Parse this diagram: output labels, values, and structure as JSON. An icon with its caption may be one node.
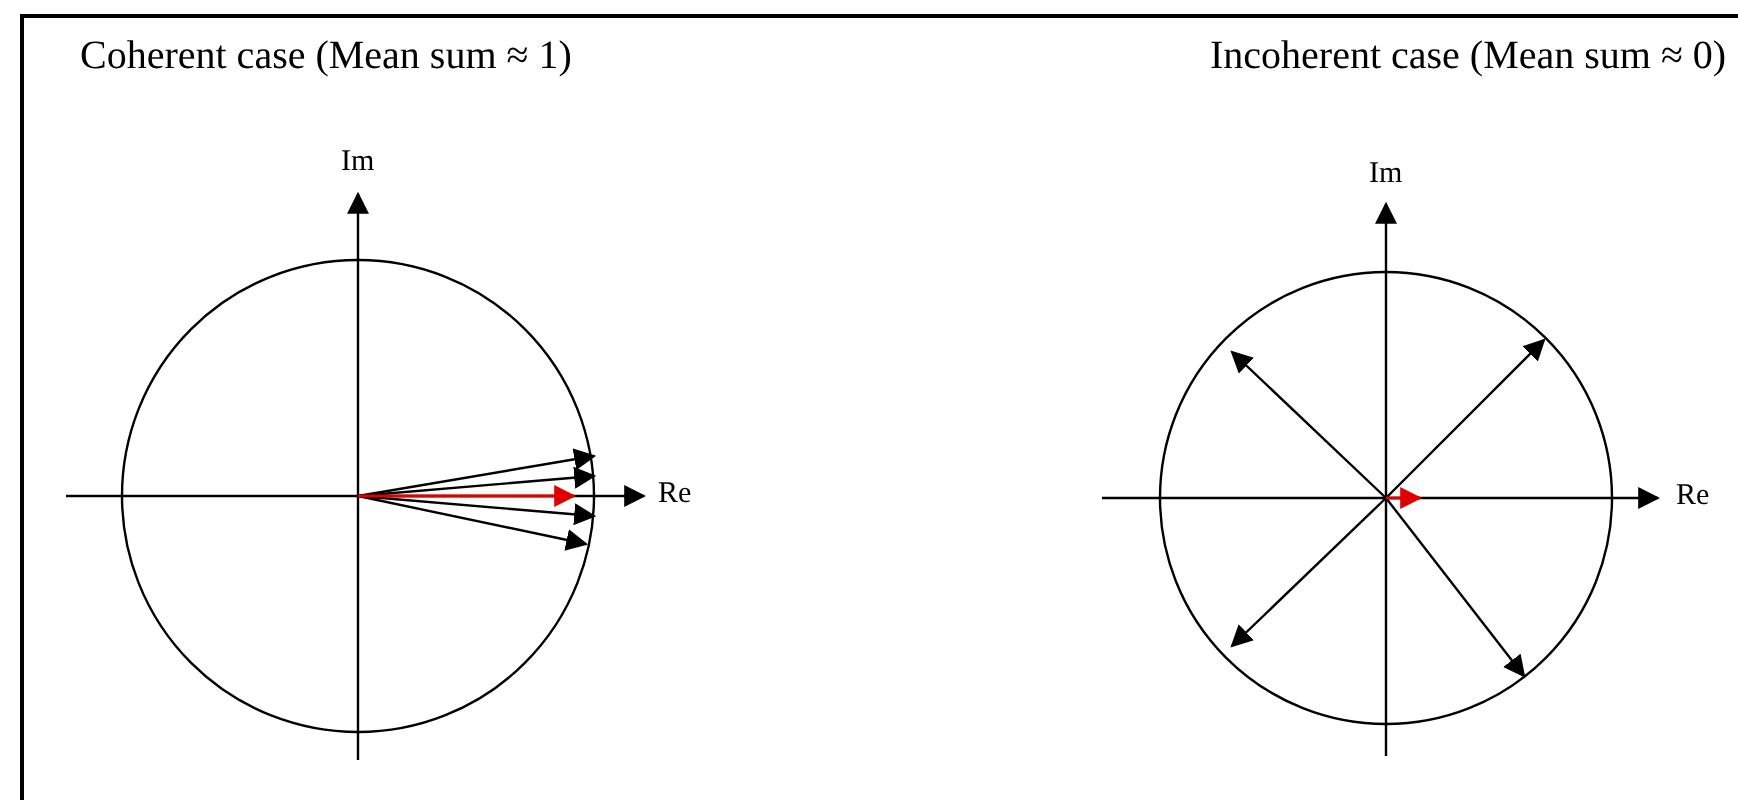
{
  "diagram": {
    "labels": [
      "Coherent case (Mean sum ≈ 1)",
      "Incoherent case (Mean sum ≈ 0)",
      "Im",
      "Re",
      "Im",
      "Re"
    ]
  }
}
